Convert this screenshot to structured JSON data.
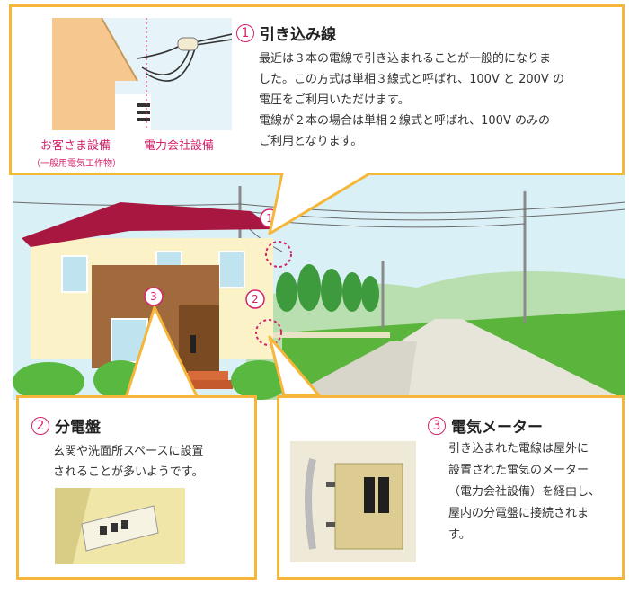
{
  "section1": {
    "number": "1",
    "title": "引き込み線",
    "paragraph1_lines": [
      "最近は３本の電線で引き込まれることが一般的になりま",
      "した。この方式は単相３線式と呼ばれ、100V と 200V の",
      "電圧をご利用いただけます。"
    ],
    "paragraph2_lines": [
      "電線が２本の場合は単相２線式と呼ばれ、100V のみの",
      "ご利用となります。"
    ],
    "label_customer": "お客さま設備",
    "label_customer_sub": "（一般用電気工作物）",
    "label_company": "電力会社設備"
  },
  "section2": {
    "number": "2",
    "title": "分電盤",
    "lines": [
      "玄関や洗面所スペースに設置",
      "されることが多いようです。"
    ]
  },
  "section3": {
    "number": "3",
    "title": "電気メーター",
    "lines": [
      "引き込まれた電線は屋外に",
      "設置された電気のメーター",
      "（電力会社設備）を経由し、",
      "屋内の分電盤に接続されま",
      "す。"
    ]
  },
  "markers": [
    "1",
    "2",
    "3"
  ],
  "colors": {
    "frame": "#f5b63a",
    "accent": "#d4226b",
    "roof": "#a8173f"
  }
}
